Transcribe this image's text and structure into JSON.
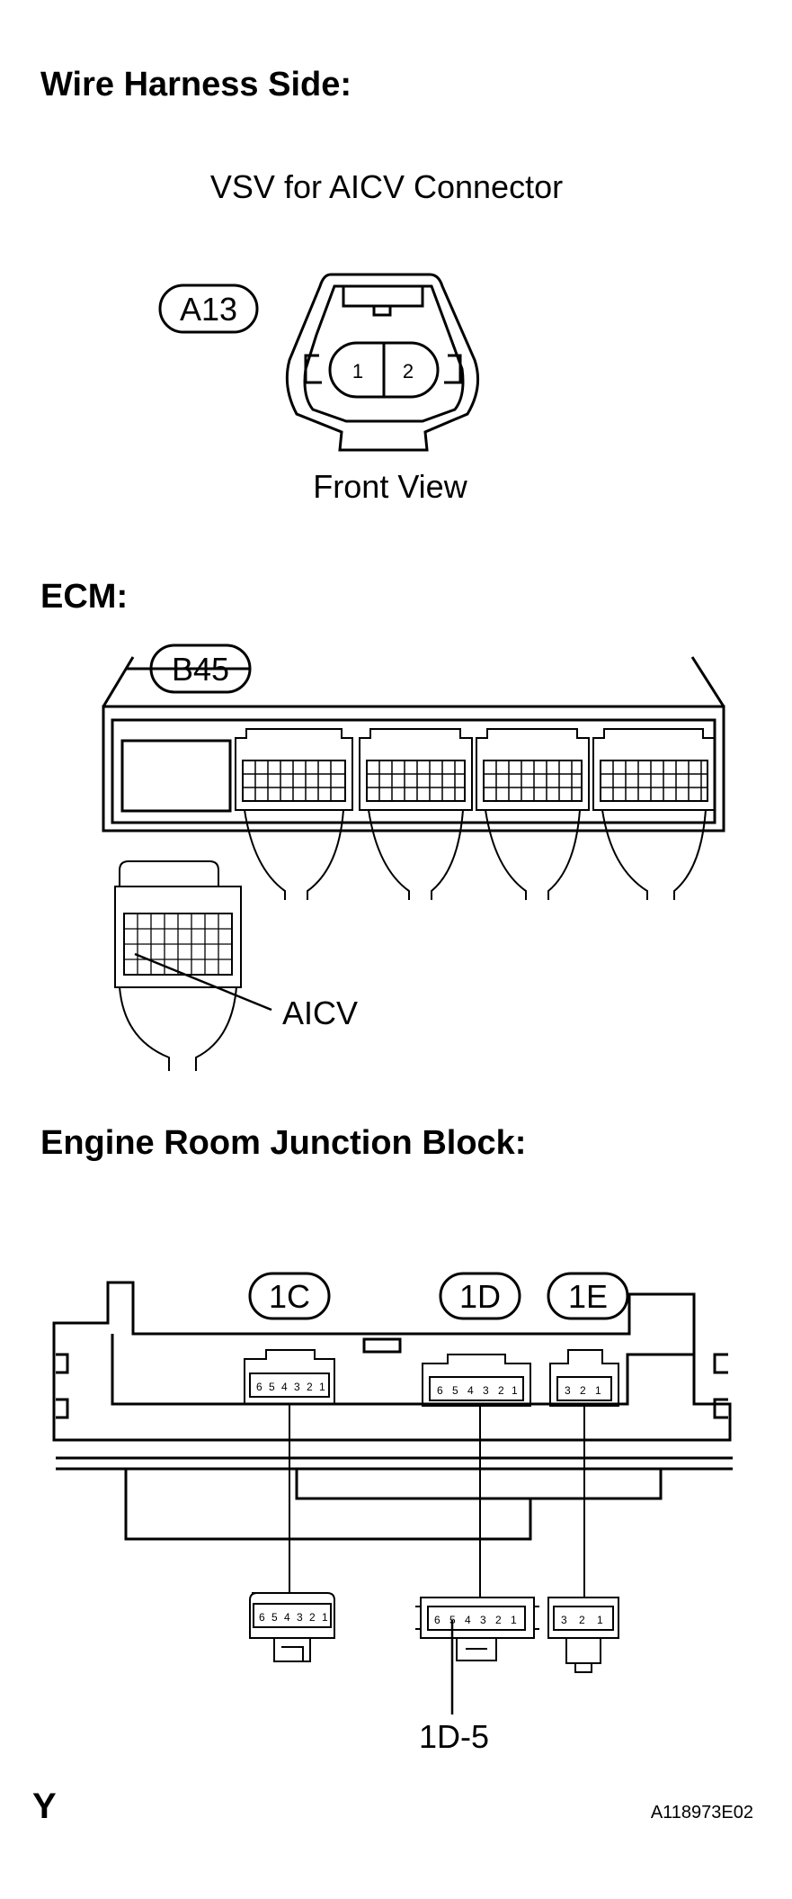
{
  "sections": {
    "wire_harness": {
      "heading": "Wire Harness Side:",
      "connector_title": "VSV for AICV Connector",
      "connector_id": "A13",
      "pins": [
        "1",
        "2"
      ],
      "view_label": "Front View"
    },
    "ecm": {
      "heading": "ECM:",
      "connector_id": "B45",
      "pointer_label": "AICV"
    },
    "junction_block": {
      "heading": "Engine Room Junction Block:",
      "connectors": [
        {
          "id": "1C",
          "pins": [
            "6",
            "5",
            "4",
            "3",
            "2",
            "1"
          ]
        },
        {
          "id": "1D",
          "pins": [
            "6",
            "5",
            "4",
            "3",
            "2",
            "1"
          ]
        },
        {
          "id": "1E",
          "pins": [
            "3",
            "2",
            "1"
          ]
        }
      ],
      "terminal_label": "1D-5"
    }
  },
  "footer": {
    "corner_mark": "Y",
    "figure_code": "A118973E02"
  }
}
